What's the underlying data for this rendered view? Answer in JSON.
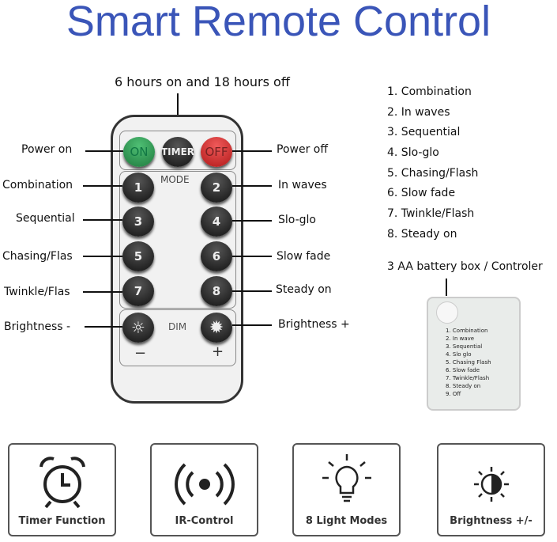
{
  "title": "Smart Remote Control",
  "timer_note": "6 hours on and 18 hours off",
  "remote": {
    "buttons": {
      "on": "ON",
      "timer": "TIMER",
      "off": "OFF",
      "mode": "MODE",
      "dim": "DIM",
      "minus": "−",
      "plus": "+",
      "numbers": [
        "1",
        "2",
        "3",
        "4",
        "5",
        "6",
        "7",
        "8"
      ]
    },
    "left_labels": [
      "Power on",
      "Combination",
      "Sequential",
      "Chasing/Flas",
      "Twinkle/Flas",
      "Brightness -"
    ],
    "right_labels": [
      "Power off",
      "In waves",
      "Slo-glo",
      "Slow fade",
      "Steady on",
      "Brightness +"
    ]
  },
  "mode_list": [
    "1. Combination",
    "2. In waves",
    "3. Sequential",
    "4. Slo-glo",
    "5. Chasing/Flash",
    "6. Slow fade",
    "7. Twinkle/Flash",
    "8.  Steady on"
  ],
  "battery": {
    "label": "3 AA battery box / Controler",
    "printed_list": [
      "1. Combination",
      "2. In wave",
      "3. Sequential",
      "4. Slo glo",
      "5. Chasing Flash",
      "6. Slow fade",
      "7. Twinkle/Flash",
      "8. Steady on",
      "9. Off"
    ]
  },
  "features": [
    "Timer Function",
    "IR-Control",
    "8 Light Modes",
    "Brightness +/-"
  ],
  "colors": {
    "title": "#3a55b8",
    "on": "#2e9a52",
    "off": "#d42a2a"
  }
}
